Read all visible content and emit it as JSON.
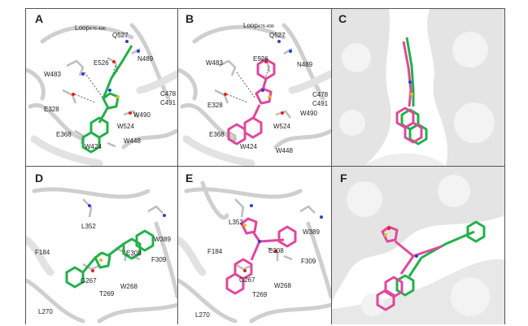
{
  "figure": {
    "panels": [
      {
        "id": "A",
        "label": "A",
        "residues": [
          "Loop",
          "476-496",
          "Q527",
          "N489",
          "E526",
          "W483",
          "C478",
          "C491",
          "E328",
          "W490",
          "W524",
          "E368",
          "W424",
          "W448"
        ]
      },
      {
        "id": "B",
        "label": "B",
        "residues": [
          "Loop",
          "476-496",
          "Q527",
          "N489",
          "E526",
          "W483",
          "C478",
          "C491",
          "E328",
          "W490",
          "W524",
          "E368",
          "W424",
          "W448"
        ]
      },
      {
        "id": "C",
        "label": "C"
      },
      {
        "id": "D",
        "label": "D",
        "residues": [
          "L352",
          "W389",
          "F184",
          "E308",
          "F309",
          "G267",
          "W268",
          "T269",
          "L270"
        ]
      },
      {
        "id": "E",
        "label": "E",
        "residues": [
          "L352",
          "W389",
          "F184",
          "E308",
          "F309",
          "G267",
          "W268",
          "T269",
          "L270"
        ]
      },
      {
        "id": "F",
        "label": "F"
      }
    ],
    "colors": {
      "green_ligand": "#22b04b",
      "magenta_ligand": "#e0489a",
      "protein": "#c8c8c8",
      "surface": "#e6e6e6",
      "nitrogen": "#2a3fd1",
      "oxygen": "#e02020",
      "sulfur": "#e0c020"
    }
  }
}
